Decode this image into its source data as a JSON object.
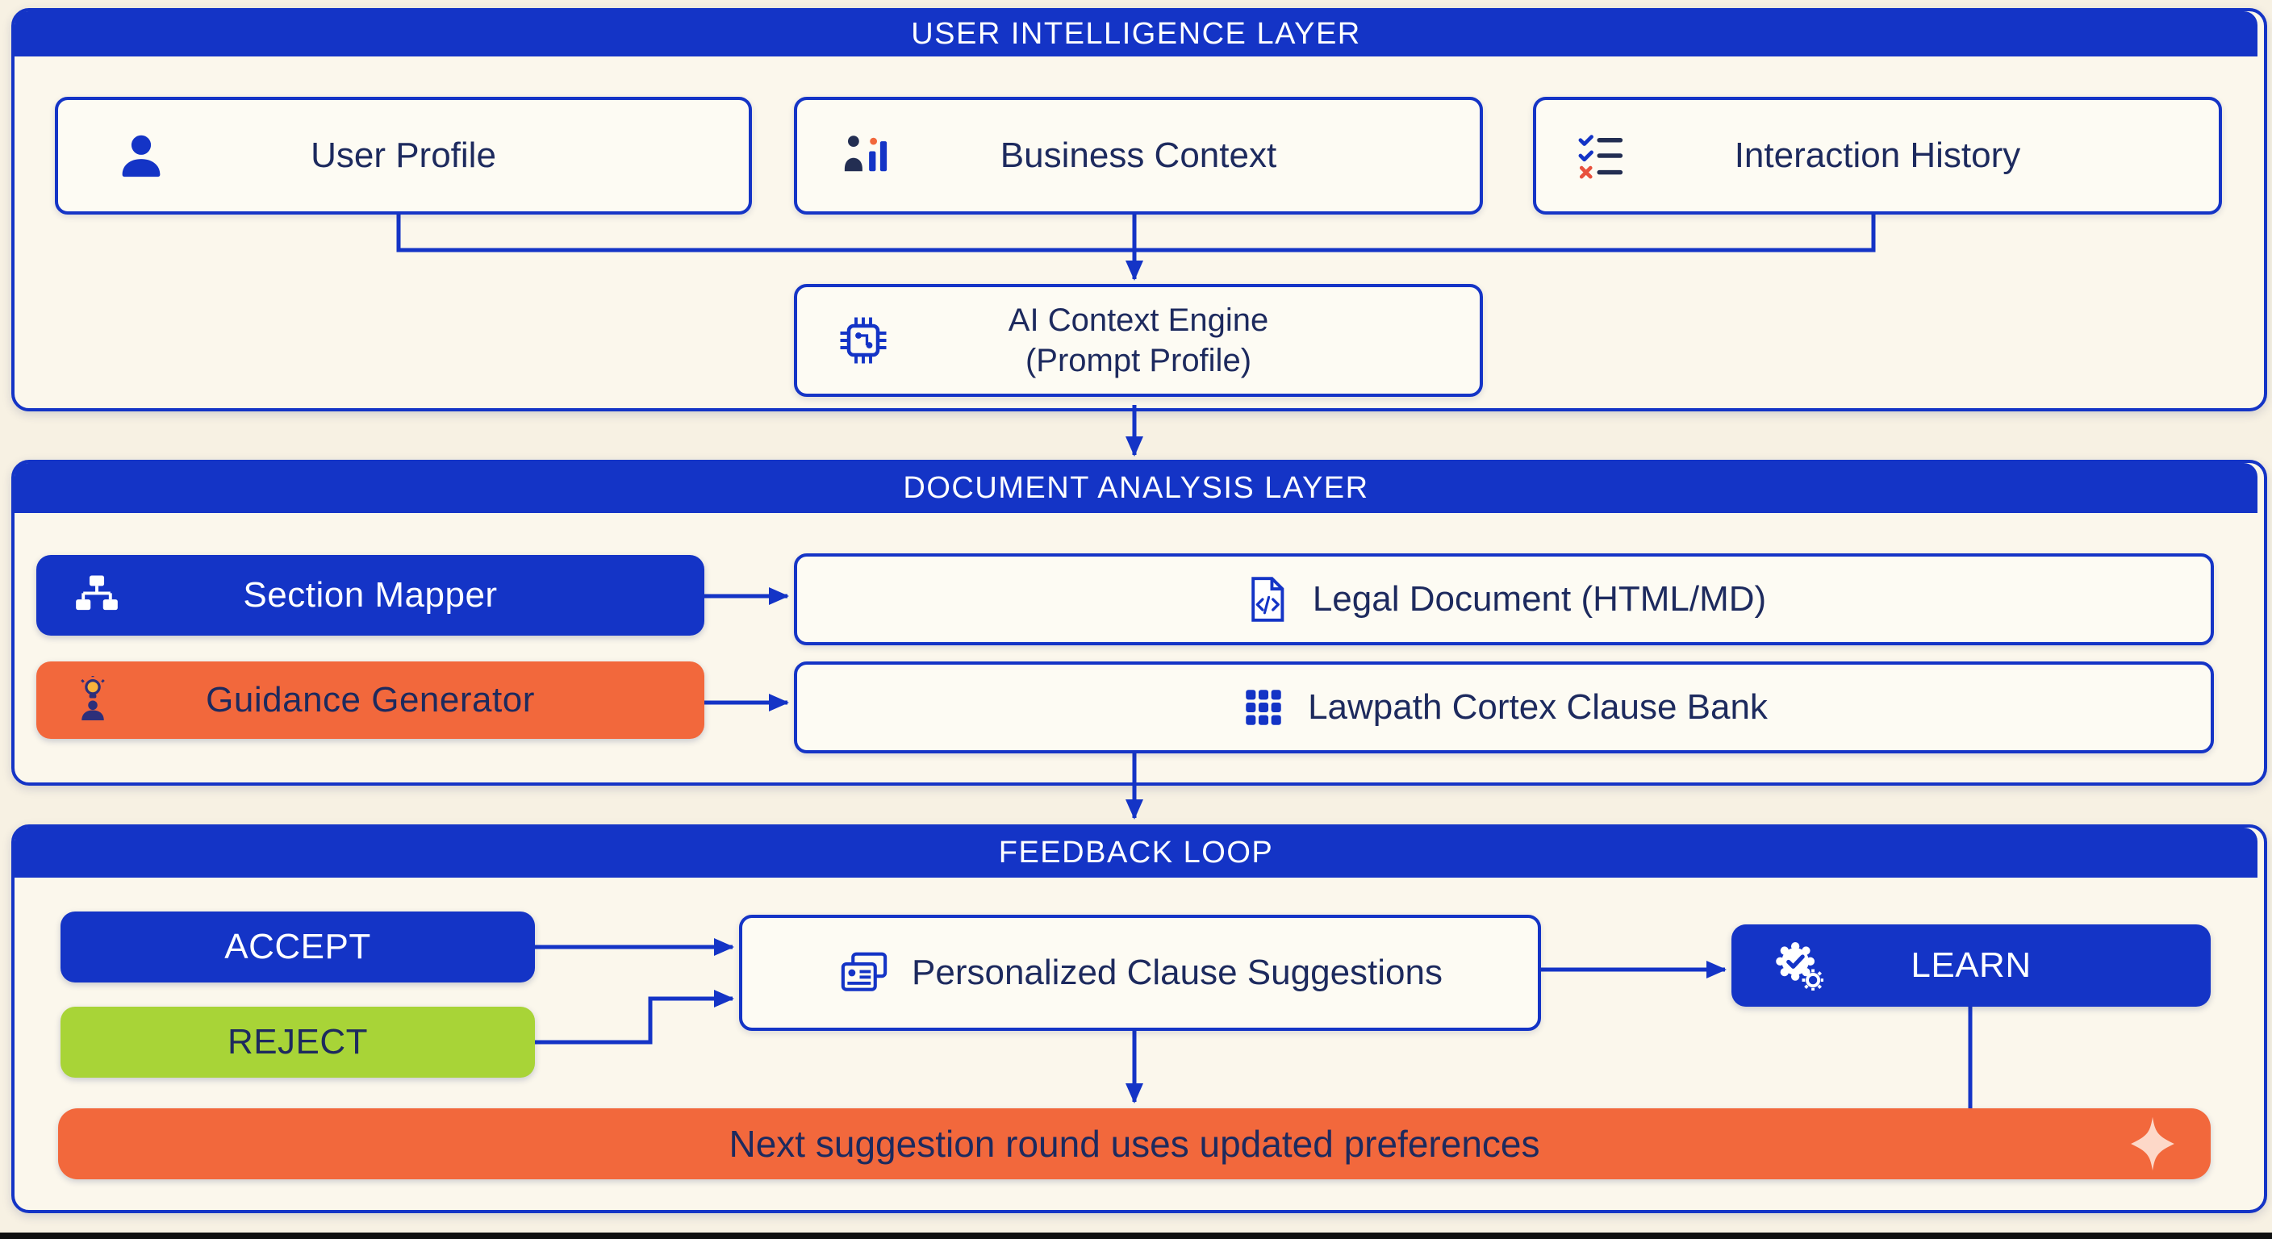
{
  "colors": {
    "blue": "#1434C6",
    "orange": "#F2683C",
    "green": "#A8D437",
    "navy_text": "#1D2A5E",
    "cream": "#FBF7EC"
  },
  "icons": {
    "user": "user-icon",
    "business": "business-chart-icon",
    "history": "checklist-icon",
    "engine": "chip-icon",
    "section_mapper": "sitemap-icon",
    "guidance": "idea-person-icon",
    "legal_doc": "code-document-icon",
    "clause_bank": "grid-icon",
    "suggestions": "id-card-icon",
    "learn": "badge-check-gear-icon",
    "sparkle": "sparkle-icon"
  },
  "layers": {
    "user_intelligence": {
      "title": "USER INTELLIGENCE LAYER",
      "nodes": {
        "user_profile": "User Profile",
        "business_context": "Business Context",
        "interaction_history": "Interaction History",
        "ai_engine_line1": "AI Context Engine",
        "ai_engine_line2": "(Prompt Profile)"
      }
    },
    "document_analysis": {
      "title": "DOCUMENT ANALYSIS LAYER",
      "nodes": {
        "section_mapper": "Section Mapper",
        "legal_document": "Legal Document (HTML/MD)",
        "guidance_generator": "Guidance Generator",
        "clause_bank": "Lawpath Cortex Clause Bank"
      }
    },
    "feedback_loop": {
      "title": "FEEDBACK LOOP",
      "nodes": {
        "accept": "ACCEPT",
        "reject": "REJECT",
        "suggestions": "Personalized Clause Suggestions",
        "learn": "LEARN",
        "banner": "Next suggestion round uses updated preferences"
      }
    }
  }
}
